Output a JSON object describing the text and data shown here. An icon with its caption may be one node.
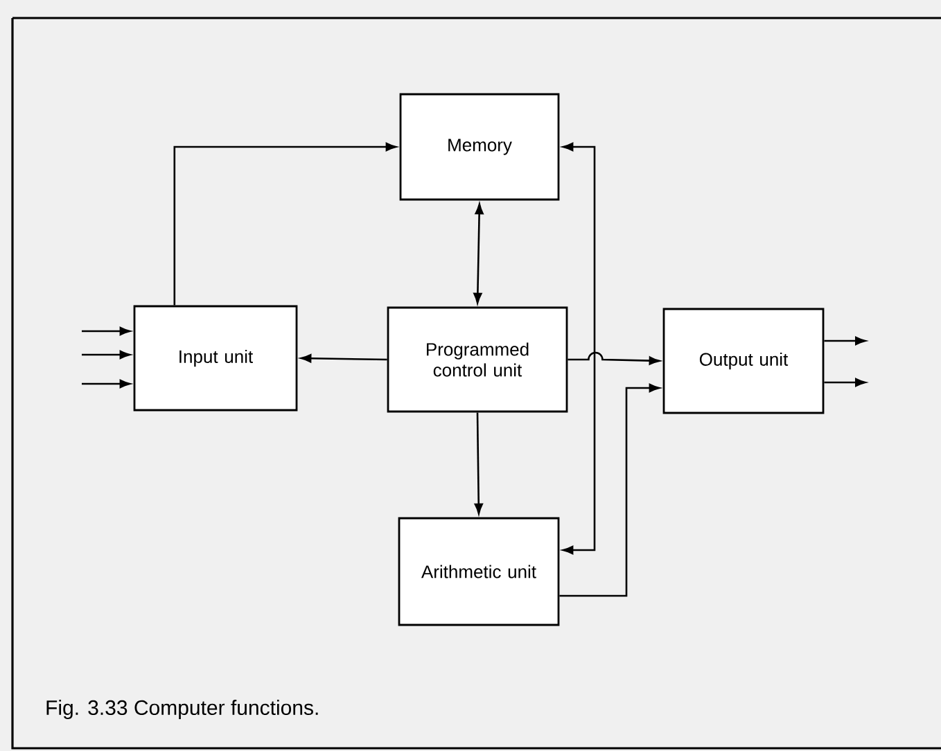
{
  "diagram": {
    "caption": "Fig. 3.33  Computer functions.",
    "nodes": [
      {
        "text": [
          "Memory"
        ]
      },
      {
        "text": [
          "Input unit"
        ]
      },
      {
        "text": [
          "Programmed control unit"
        ]
      },
      {
        "text": [
          "Output unit"
        ]
      },
      {
        "text": [
          "Arithmetic unit"
        ]
      }
    ],
    "edges": [
      {
        "from": 1,
        "to": 0,
        "arrow": "to"
      },
      {
        "from": 0,
        "to": 2,
        "arrow": "both"
      },
      {
        "from": 2,
        "to": 1,
        "arrow": "to"
      },
      {
        "from": 2,
        "to": 3,
        "arrow": "to"
      },
      {
        "from": 2,
        "to": 4,
        "arrow": "to"
      },
      {
        "from": 0,
        "to": 4,
        "arrow": "both"
      },
      {
        "from": 4,
        "to": 3,
        "arrow": "to"
      },
      {
        "from": null,
        "to": 1,
        "arrow": "to"
      },
      {
        "from": null,
        "to": 1,
        "arrow": "to"
      },
      {
        "from": null,
        "to": 1,
        "arrow": "to"
      },
      {
        "from": 3,
        "to": null,
        "arrow": "to"
      },
      {
        "from": 3,
        "to": null,
        "arrow": "to"
      }
    ]
  }
}
